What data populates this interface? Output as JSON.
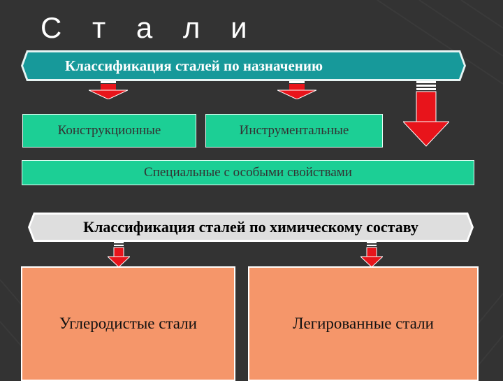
{
  "slide": {
    "title": "С т а л и"
  },
  "purpose_classification": {
    "heading": "Классификация сталей по назначению",
    "items": [
      "Конструкционные",
      "Инструментальные"
    ],
    "special": "Специальные с особыми свойствами"
  },
  "composition_classification": {
    "heading": "Классификация сталей по химическому составу",
    "items": [
      "Углеродистые стали",
      "Легированные стали"
    ]
  },
  "colors": {
    "background": "#333333",
    "teal_banner": "#17999a",
    "green_box": "#1ccf95",
    "orange_box": "#f5966a",
    "arrow_red": "#e8141b",
    "grey_banner": "#dedede"
  },
  "icons": [
    "down-arrow-icon"
  ]
}
